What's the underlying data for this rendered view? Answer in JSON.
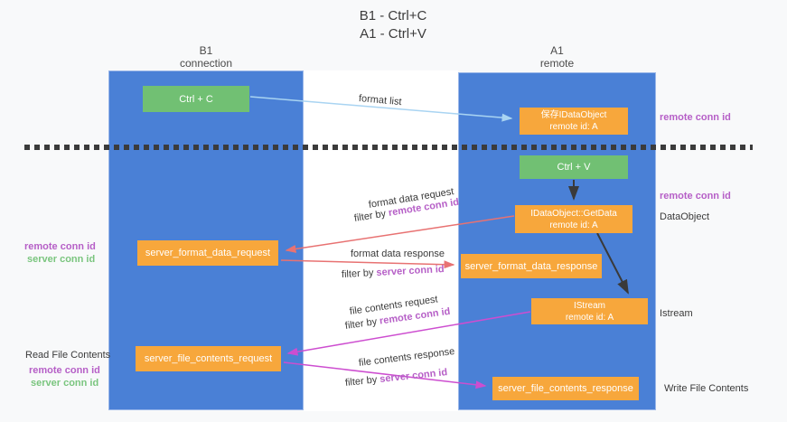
{
  "title": {
    "line1": "B1 - Ctrl+C",
    "line2": "A1 - Ctrl+V"
  },
  "columns": {
    "left": {
      "name": "B1",
      "role": "connection"
    },
    "right": {
      "name": "A1",
      "role": "remote"
    }
  },
  "nodes": {
    "ctrl_c": "Ctrl + C",
    "ctrl_v": "Ctrl + V",
    "save_idataobject": {
      "line1": "保存IDataObject",
      "line2": "remote id: A"
    },
    "getdata": {
      "line1": "IDataObject::GetData",
      "line2": "remote id: A"
    },
    "istream": {
      "line1": "IStream",
      "line2": "remote id: A"
    },
    "server_format_data_request": "server_format_data_request",
    "server_format_data_response": "server_format_data_response",
    "server_file_contents_request": "server_file_contents_request",
    "server_file_contents_response": "server_file_contents_response"
  },
  "flow_labels": {
    "format_list": "format list",
    "format_data_request": "format data request",
    "format_data_response": "format data response",
    "file_contents_request": "file contents request",
    "file_contents_response": "file contents response",
    "filter_by": "filter by ",
    "remote_conn_id": "remote conn id",
    "server_conn_id": "server conn id"
  },
  "side_labels": {
    "left": {
      "remote_conn_id": "remote conn id",
      "server_conn_id": "server conn id",
      "read_file_contents": "Read File Contents"
    },
    "right": {
      "remote_conn_id_top": "remote conn id",
      "remote_conn_id_mid": "remote conn id",
      "dataobject": "DataObject",
      "istream": "Istream",
      "write_file_contents": "Write File Contents"
    }
  },
  "colors": {
    "column_blue": "#4a80d6",
    "node_orange": "#f7a73c",
    "node_green": "#71c073",
    "arrow_lightblue": "#a9d4f2",
    "arrow_red": "#e87272",
    "arrow_magenta": "#cd4ed0",
    "arrow_black": "#3a3a3a",
    "label_purple": "#b65fc7",
    "label_green": "#7ac57e"
  }
}
